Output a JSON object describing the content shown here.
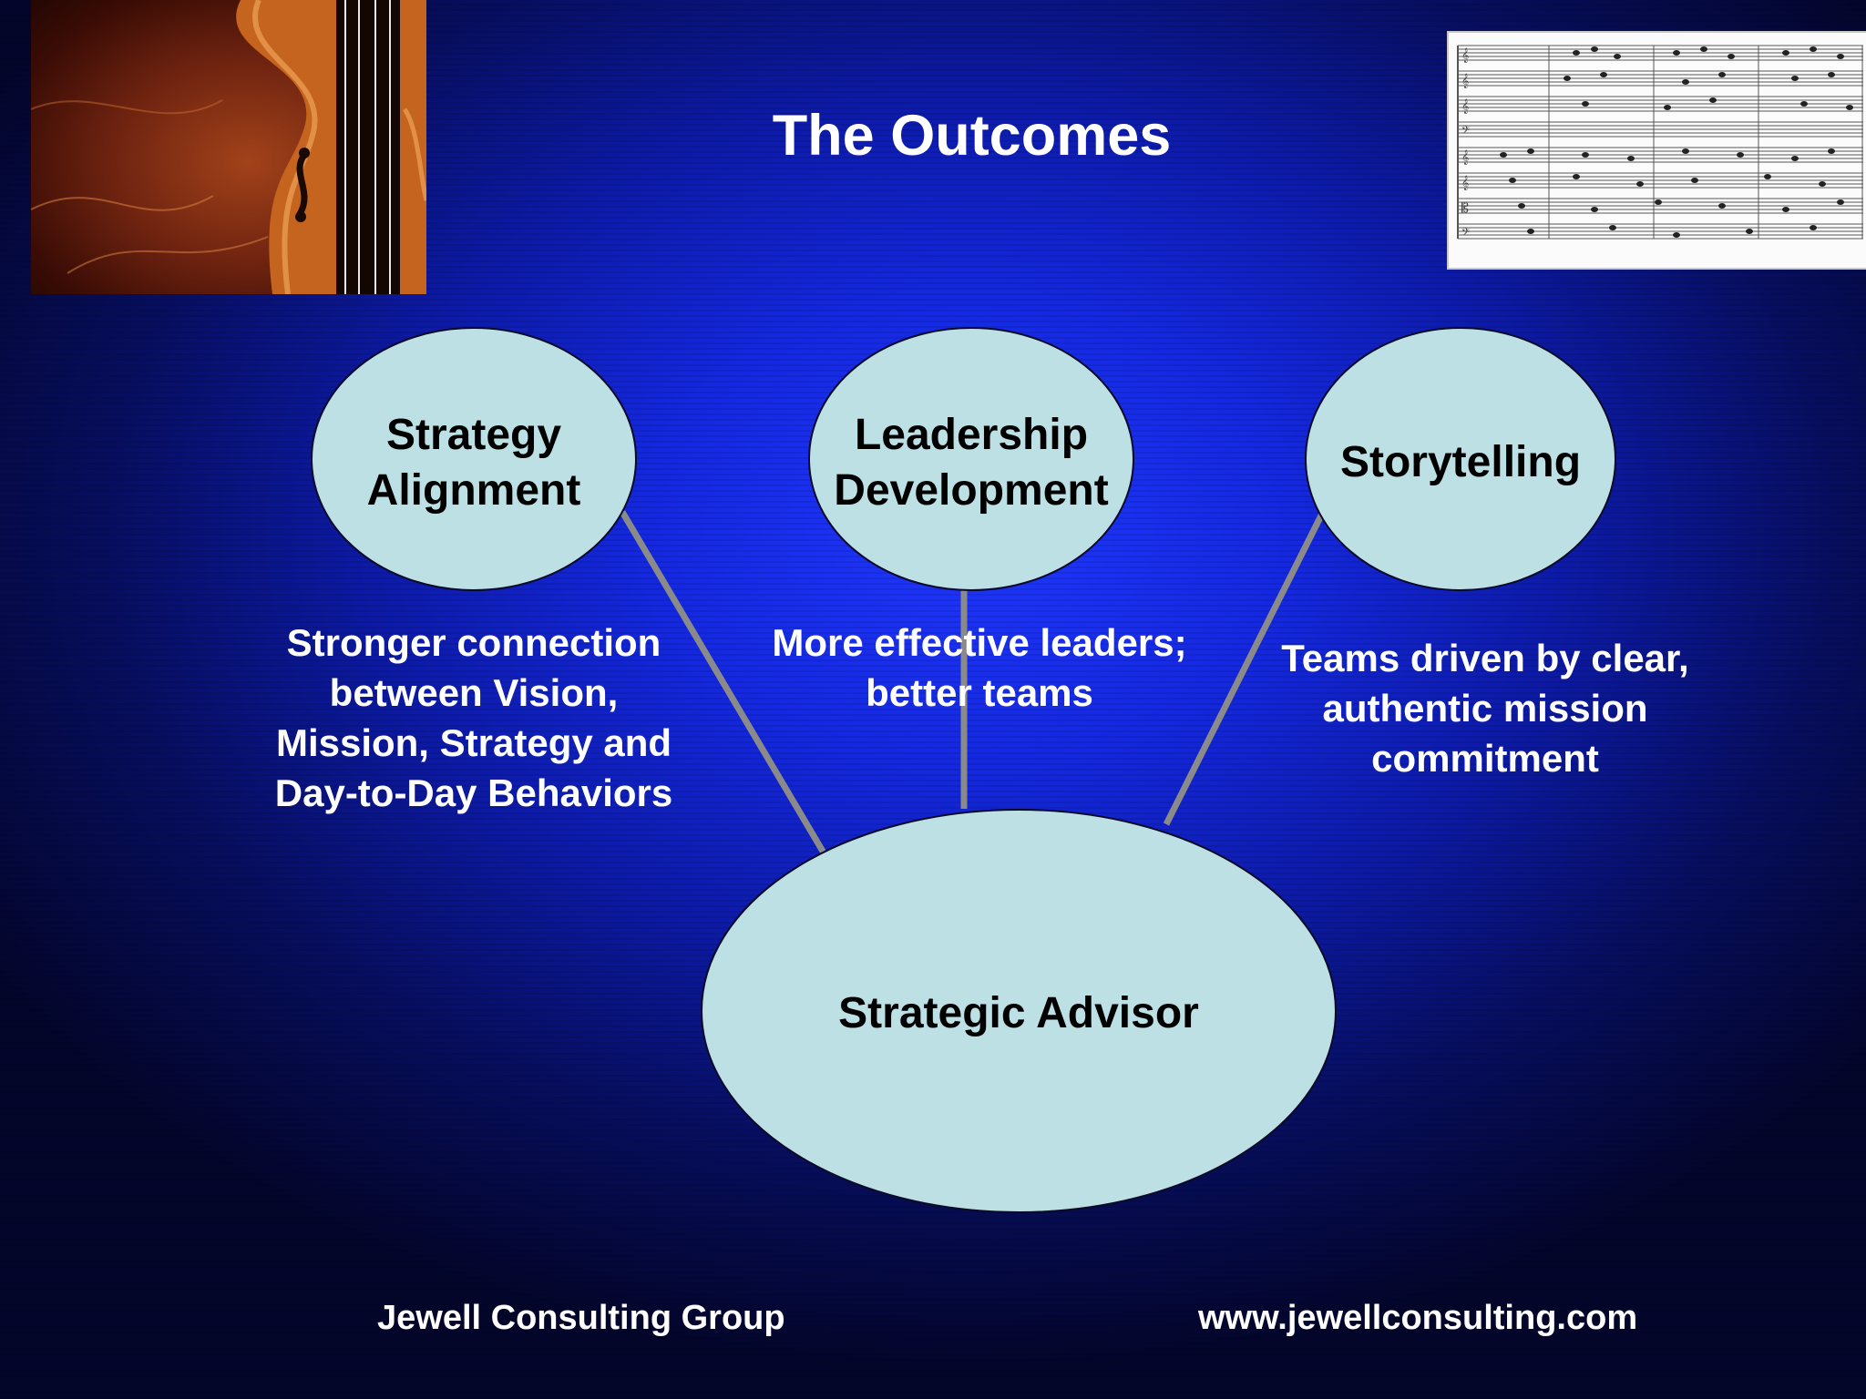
{
  "slide": {
    "title": "The Outcomes",
    "nodes": {
      "strategy_alignment": {
        "line1": "Strategy",
        "line2": "Alignment"
      },
      "leadership_development": {
        "line1": "Leadership",
        "line2": "Development"
      },
      "storytelling": {
        "line1": "Storytelling"
      },
      "strategic_advisor": {
        "line1": "Strategic Advisor"
      }
    },
    "descriptions": {
      "left": [
        "Stronger connection",
        "between Vision,",
        "Mission, Strategy and",
        "Day-to-Day Behaviors"
      ],
      "middle": [
        "More effective leaders;",
        "better teams"
      ],
      "right": [
        "Teams driven by clear,",
        "authentic mission",
        "commitment"
      ]
    },
    "footer": {
      "company": "Jewell Consulting Group",
      "website": "www.jewellconsulting.com"
    },
    "images": {
      "top_left": "violin-photo",
      "top_right": "sheet-music-image"
    },
    "colors": {
      "node_fill": "#bde0e4",
      "connector": "#8a8a8a",
      "text_light": "#ffffff",
      "background_accent": "#1f37ff"
    }
  }
}
